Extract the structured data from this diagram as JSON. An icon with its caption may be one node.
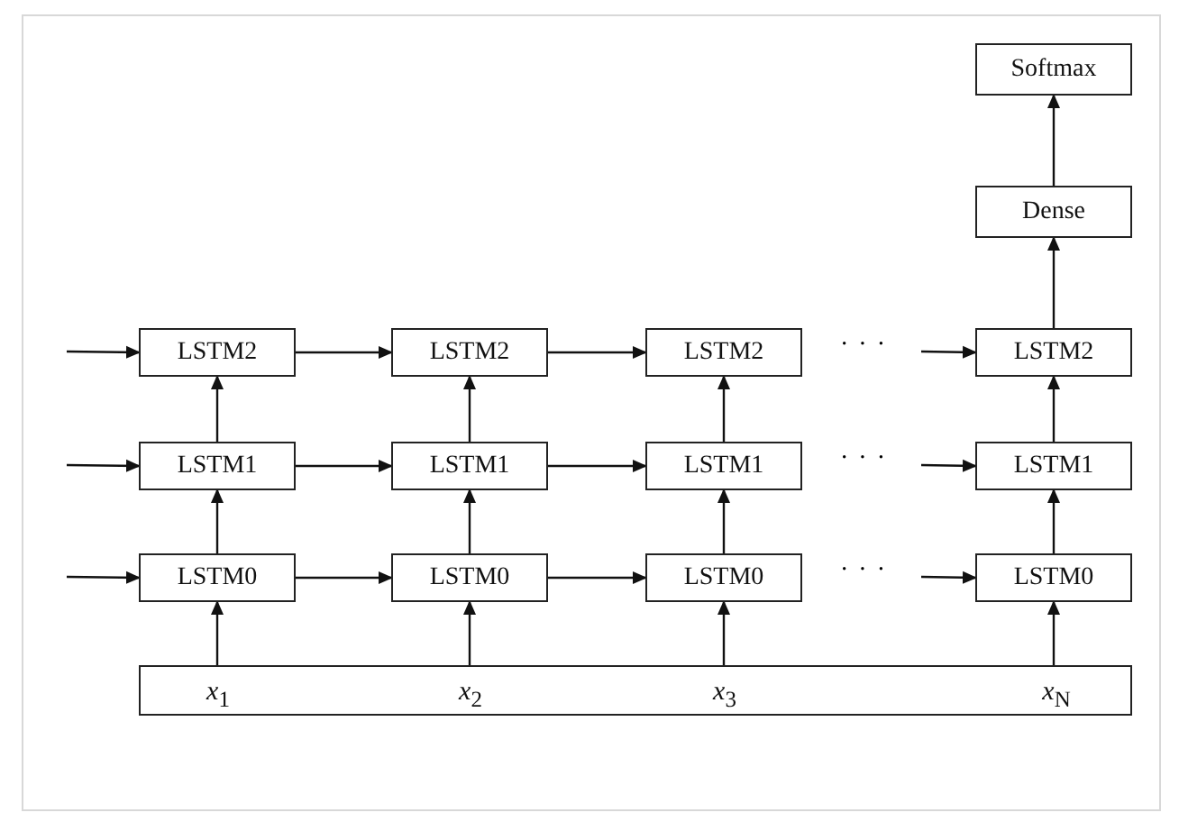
{
  "diagram": {
    "nodes": [
      {
        "text": [
          "Softmax"
        ]
      },
      {
        "text": [
          "Dense"
        ]
      },
      {
        "text": [
          "LSTM2"
        ]
      },
      {
        "text": [
          "LSTM2"
        ]
      },
      {
        "text": [
          "LSTM2"
        ]
      },
      {
        "text": [
          "LSTM2"
        ]
      },
      {
        "text": [
          "LSTM1"
        ]
      },
      {
        "text": [
          "LSTM1"
        ]
      },
      {
        "text": [
          "LSTM1"
        ]
      },
      {
        "text": [
          "LSTM1"
        ]
      },
      {
        "text": [
          "LSTM0"
        ]
      },
      {
        "text": [
          "LSTM0"
        ]
      },
      {
        "text": [
          "LSTM0"
        ]
      },
      {
        "text": [
          "LSTM0"
        ]
      },
      {
        "text": [
          "*x*$_{1}$",
          "*x*$_{2}$",
          "*x*$_{3}$",
          "*x*$_{N}$"
        ]
      }
    ],
    "edges": [
      {
        "from": 1,
        "to": 0,
        "arrow": "to"
      },
      {
        "from": 5,
        "to": 1,
        "arrow": "to"
      },
      {
        "from": null,
        "to": 2,
        "arrow": "to"
      },
      {
        "from": 2,
        "to": 3,
        "arrow": "to"
      },
      {
        "from": 3,
        "to": 4,
        "arrow": "to"
      },
      {
        "from": null,
        "to": 5,
        "arrow": "to"
      },
      {
        "from": 6,
        "to": 2,
        "arrow": "to"
      },
      {
        "from": 7,
        "to": 3,
        "arrow": "to"
      },
      {
        "from": 8,
        "to": 4,
        "arrow": "to"
      },
      {
        "from": 9,
        "to": 5,
        "arrow": "to"
      },
      {
        "from": null,
        "to": 6,
        "arrow": "to"
      },
      {
        "from": 6,
        "to": 7,
        "arrow": "to"
      },
      {
        "from": 7,
        "to": 8,
        "arrow": "to"
      },
      {
        "from": null,
        "to": 9,
        "arrow": "to"
      },
      {
        "from": 10,
        "to": 6,
        "arrow": "to"
      },
      {
        "from": 11,
        "to": 7,
        "arrow": "to"
      },
      {
        "from": 12,
        "to": 8,
        "arrow": "to"
      },
      {
        "from": 13,
        "to": 9,
        "arrow": "to"
      },
      {
        "from": null,
        "to": 10,
        "arrow": "to"
      },
      {
        "from": 10,
        "to": 11,
        "arrow": "to"
      },
      {
        "from": 11,
        "to": 12,
        "arrow": "to"
      },
      {
        "from": null,
        "to": 13,
        "arrow": "to"
      },
      {
        "from": 14,
        "to": 10,
        "arrow": "to"
      },
      {
        "from": 14,
        "to": 11,
        "arrow": "to"
      },
      {
        "from": 14,
        "to": 12,
        "arrow": "to"
      },
      {
        "from": 14,
        "to": 13,
        "arrow": "to"
      }
    ],
    "labels": [
      "· · ·",
      "· · ·",
      "· · ·"
    ]
  }
}
